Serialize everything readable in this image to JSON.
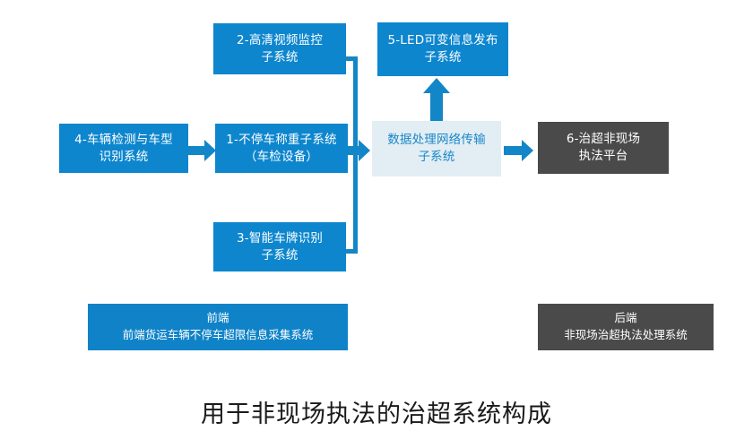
{
  "diagram": {
    "caption": "用于非现场执法的治超系统构成",
    "colors": {
      "blue": "#0d86ce",
      "light_blue": "#e2eef4",
      "light_blue_text": "#1a86c8",
      "grey": "#4a4a4a",
      "connector": "#1386c8",
      "background": "#ffffff",
      "caption_text": "#1a1a1a"
    },
    "nodes": [
      {
        "id": "node-4",
        "name": "vehicle-detection-node",
        "style": "blue",
        "line1": "4-车辆检测与车型",
        "line2": "识别系统"
      },
      {
        "id": "node-1",
        "name": "weigh-in-motion-node",
        "style": "blue",
        "line1": "1-不停车称重子系统",
        "line2": "（车检设备）"
      },
      {
        "id": "node-2",
        "name": "hd-video-surveillance-node",
        "style": "blue",
        "line1": "2-高清视频监控",
        "line2": "子系统"
      },
      {
        "id": "node-3",
        "name": "license-plate-recognition-node",
        "style": "blue",
        "line1": "3-智能车牌识别",
        "line2": "子系统"
      },
      {
        "id": "node-5",
        "name": "led-information-release-node",
        "style": "blue",
        "line1": "5-LED可变信息发布",
        "line2": "子系统"
      },
      {
        "id": "node-data",
        "name": "data-processing-transmission-node",
        "style": "light_blue",
        "line1": "数据处理网络传输",
        "line2": "子系统"
      },
      {
        "id": "node-6",
        "name": "enforcement-platform-node",
        "style": "grey",
        "line1": "6-治超非现场",
        "line2": "执法平台"
      }
    ],
    "bands": [
      {
        "id": "band-front",
        "name": "front-end-band",
        "style": "blue",
        "title": "前端",
        "subtitle": "前端货运车辆不停车超限信息采集系统"
      },
      {
        "id": "band-back",
        "name": "back-end-band",
        "style": "grey",
        "title": "后端",
        "subtitle": "非现场治超执法处理系统"
      }
    ],
    "connections": [
      {
        "name": "arrow-node4-to-node1",
        "from": "node-4",
        "to": "node-1",
        "direction": "right"
      },
      {
        "name": "arrow-node1-to-data",
        "from": "node-1",
        "to": "node-data",
        "direction": "right"
      },
      {
        "name": "arrow-data-to-node6",
        "from": "node-data",
        "to": "node-6",
        "direction": "right"
      },
      {
        "name": "arrow-data-to-node5",
        "from": "node-data",
        "to": "node-5",
        "direction": "up"
      },
      {
        "name": "line-node2-to-trunk",
        "from": "node-2",
        "to": "node-data",
        "direction": "elbow"
      },
      {
        "name": "line-node3-to-trunk",
        "from": "node-3",
        "to": "node-data",
        "direction": "elbow"
      }
    ]
  }
}
